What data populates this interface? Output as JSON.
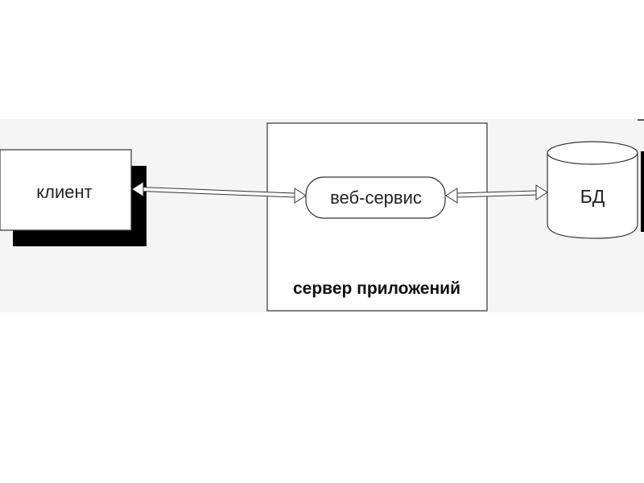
{
  "nodes": {
    "client": {
      "label": "клиент"
    },
    "web_service": {
      "label": "веб-сервис"
    },
    "app_server": {
      "label": "сервер приложений"
    },
    "database": {
      "label": "БД"
    }
  },
  "edges": [
    {
      "from": "client",
      "to": "web_service",
      "direction": "bidirectional"
    },
    {
      "from": "web_service",
      "to": "database",
      "direction": "bidirectional"
    }
  ]
}
